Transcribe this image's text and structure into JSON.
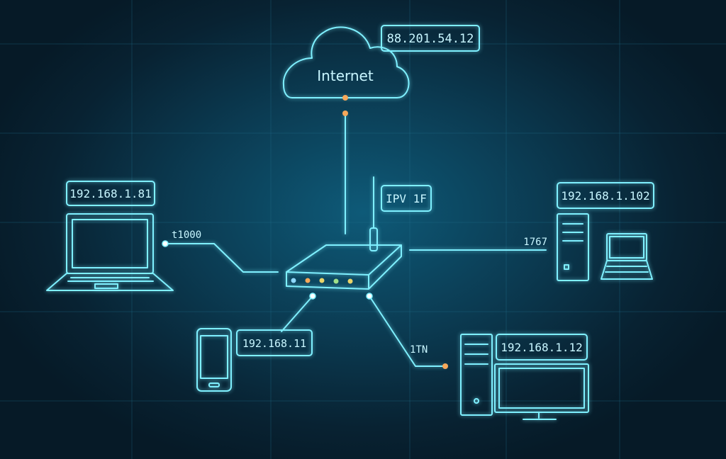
{
  "colors": {
    "line": "#7ff0ff",
    "label_text": "#c8f6ff",
    "box_border": "#6fe3ff",
    "led_amber": "#f6a85a",
    "led_yellow": "#e8d46a",
    "led_green": "#9fe08a",
    "led_blue": "#8fd8ff"
  },
  "cloud": {
    "label": "Internet",
    "ip": "88.201.54.12"
  },
  "router": {
    "label": "IPV 1F"
  },
  "laptop_left": {
    "ip": "192.168.1.81",
    "link_label": "t1000"
  },
  "desktop_right": {
    "ip": "192.168.1.102",
    "link_label": "1767"
  },
  "phone": {
    "ip": "192.168.11"
  },
  "desktop_bottom": {
    "ip": "192.168.1.12",
    "link_label": "1TN"
  }
}
